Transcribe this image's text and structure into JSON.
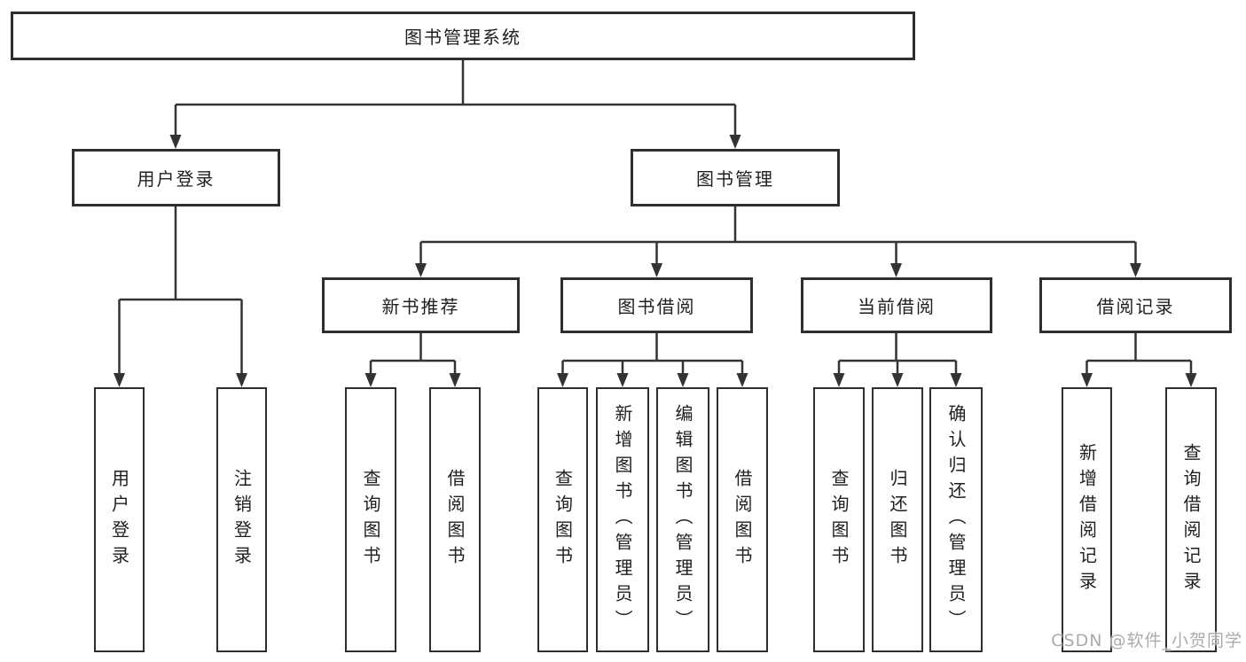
{
  "diagram": {
    "type": "hierarchy-diagram",
    "colors": {
      "background": "#ffffff",
      "line": "#333333",
      "box_border": "#2e2e2e",
      "text": "#1f1f1f",
      "watermark": "#ababab"
    },
    "tree": {
      "root": {
        "label": "图书管理系统"
      },
      "branches": [
        {
          "label": "用户登录",
          "children": [
            {
              "label": "用户登录"
            },
            {
              "label": "注销登录"
            }
          ]
        },
        {
          "label": "图书管理",
          "children": [
            {
              "label": "新书推荐",
              "children": [
                {
                  "label": "查询图书"
                },
                {
                  "label": "借阅图书"
                }
              ]
            },
            {
              "label": "图书借阅",
              "children": [
                {
                  "label": "查询图书"
                },
                {
                  "label": "新增图书（管理员）"
                },
                {
                  "label": "编辑图书（管理员）"
                },
                {
                  "label": "借阅图书"
                }
              ]
            },
            {
              "label": "当前借阅",
              "children": [
                {
                  "label": "查询图书"
                },
                {
                  "label": "归还图书"
                },
                {
                  "label": "确认归还（管理员）"
                }
              ]
            },
            {
              "label": "借阅记录",
              "children": [
                {
                  "label": "新增借阅记录"
                },
                {
                  "label": "查询借阅记录"
                }
              ]
            }
          ]
        }
      ]
    }
  },
  "watermark": {
    "text": "CSDN @软件_小贺同学"
  }
}
